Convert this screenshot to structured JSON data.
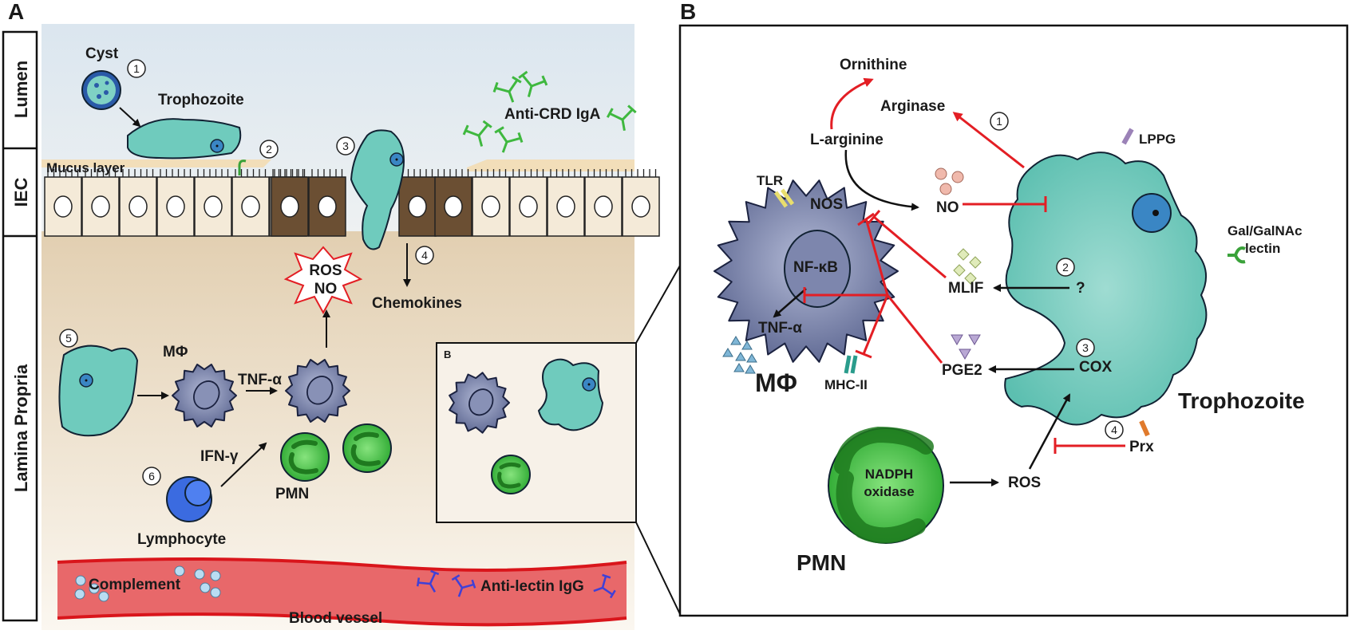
{
  "panel_a": {
    "letter": "A",
    "regions": {
      "lumen": "Lumen",
      "iec": "IEC",
      "lamina": "Lamina Propria"
    },
    "labels": {
      "cyst": "Cyst",
      "trophozoite": "Trophozoite",
      "mucus": "Mucus layer",
      "anti_crd": "Anti-CRD IgA",
      "ros": "ROS",
      "no": "NO",
      "chemokines": "Chemokines",
      "mphi": "MΦ",
      "tnf": "TNF-α",
      "ifn": "IFN-γ",
      "pmn": "PMN",
      "lymphocyte": "Lymphocyte",
      "complement": "Complement",
      "anti_lectin": "Anti-lectin IgG",
      "blood_vessel": "Blood vessel",
      "inset_b": "B"
    },
    "numbers": [
      "1",
      "2",
      "3",
      "4",
      "5",
      "6"
    ]
  },
  "panel_b": {
    "letter": "B",
    "labels": {
      "ornithine": "Ornithine",
      "arginase": "Arginase",
      "larginine": "L-arginine",
      "lppg": "LPPG",
      "tlr": "TLR",
      "nos": "NOS",
      "no": "NO",
      "nfkb": "NF-κB",
      "mlif": "MLIF",
      "question": "?",
      "galnac_1": "Gal/GalNAc",
      "galnac_2": "lectin",
      "tnf": "TNF-α",
      "pge2": "PGE2",
      "cox": "COX",
      "mphi": "MΦ",
      "mhc": "MHC-II",
      "trophozoite": "Trophozoite",
      "nadph_1": "NADPH",
      "nadph_2": "oxidase",
      "ros": "ROS",
      "prx": "Prx",
      "pmn": "PMN"
    },
    "numbers": [
      "1",
      "2",
      "3",
      "4"
    ]
  },
  "colors": {
    "lumen": "#dde8f0",
    "lamina": "#ecd9bf",
    "troph": "#6fcbbd",
    "macrophage": "#6d769e",
    "pmn": "#3cb43c",
    "inhibit": "#e31e24",
    "vessel": "#e8686a"
  }
}
